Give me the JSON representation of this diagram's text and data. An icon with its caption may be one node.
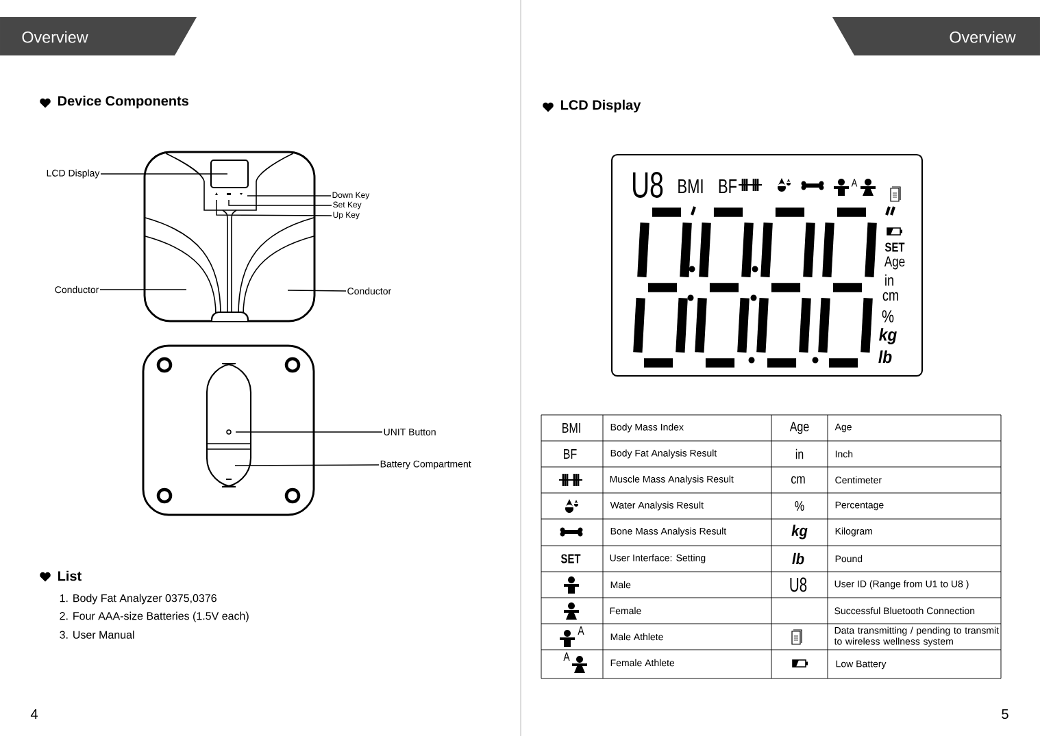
{
  "diagram": {
    "nodes": [
      {
        "text": [
          "Overview"
        ]
      },
      {
        "text": [
          "LCD Display"
        ]
      },
      {
        "text": [
          "Down Key"
        ]
      },
      {
        "text": [
          "Set Key"
        ]
      },
      {
        "text": [
          "Up Key"
        ]
      },
      {
        "text": [
          "Conductor"
        ]
      },
      {
        "text": [
          "Conductor"
        ]
      },
      {
        "text": [
          "UNIT Button"
        ]
      },
      {
        "text": [
          "Battery Compartment"
        ]
      },
      {
        "text": [
          "Overview"
        ]
      }
    ],
    "edges": [
      {
        "from": 1,
        "to": null,
        "arrow": "none"
      },
      {
        "from": 2,
        "to": null,
        "arrow": "none"
      },
      {
        "from": 3,
        "to": null,
        "arrow": "none"
      },
      {
        "from": 4,
        "to": null,
        "arrow": "none"
      },
      {
        "from": 5,
        "to": null,
        "arrow": "none"
      },
      {
        "from": 6,
        "to": null,
        "arrow": "none"
      },
      {
        "from": 7,
        "to": null,
        "arrow": "none"
      },
      {
        "from": 8,
        "to": null,
        "arrow": "none"
      }
    ],
    "labels": [
      "Device Components",
      "List",
      "1. Body Fat Analyzer 0375,0376",
      "2. Four AAA-size Batteries (1.5V each)",
      "3. User Manual",
      "4",
      "LCD Display",
      "U8",
      "BMI",
      "BF",
      "A",
      "SET",
      "Age",
      "in",
      "cm",
      "%",
      "kg",
      "lb",
      "BMI",
      "Body Mass Index",
      "Age",
      "Age",
      "BF",
      "Body Fat Analysis Result",
      "in",
      "Inch",
      "Muscle Mass Analysis Result",
      "cm",
      "Centimeter",
      "Water Analysis Result",
      "%",
      "Percentage",
      "Bone Mass Analysis Result",
      "kg",
      "Kilogram",
      "SET",
      "User Interface: Setting",
      "lb",
      "Pound",
      "Male",
      "U8",
      "User ID (Range from U1 to U8 )",
      "Female",
      "Successful Bluetooth Connection",
      "A",
      "Male Athlete",
      "Data transmitting / pending to transmit to wireless wellness system",
      "A",
      "Female Athlete",
      "Low Battery",
      "5"
    ]
  }
}
